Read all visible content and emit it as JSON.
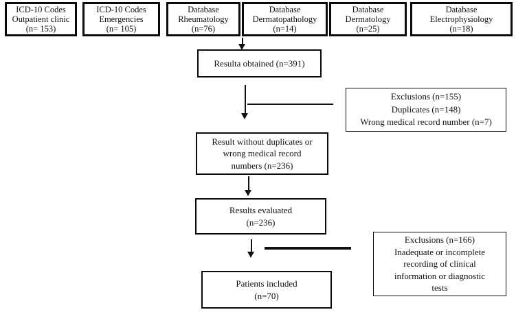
{
  "diagram": {
    "sources": [
      {
        "text": "ICD-10 Codes\nOutpatient clinic\n(n= 153)"
      },
      {
        "text": "ICD-10 Codes\nEmergencies\n(n= 105)"
      },
      {
        "text": "Database\nRheumatology\n(n=76)"
      },
      {
        "text": "Database\nDermatopathology\n(n=14)"
      },
      {
        "text": "Database\nDermatology\n(n=25)"
      },
      {
        "text": "Database\nElectrophysiology\n(n=18)"
      }
    ],
    "nodes": {
      "results_obtained": "Resulta obtained (n=391)",
      "exclusions_first": "Exclusions (n=155)\nDuplicates (n=148)\nWrong medical record number (n=7)",
      "without_duplicates": "Result without duplicates or\nwrong medical record\nnumbers (n=236)",
      "results_evaluated": "Results evaluated\n(n=236)",
      "exclusions_second": "Exclusions (n=166)\nInadequate or incomplete\nrecording of clinical\ninformation or diagnostic\ntests",
      "patients_included": "Patients included\n(n=70)"
    },
    "colors": {
      "line": "#111111",
      "border": "#0a0a0a",
      "background": "#ffffff"
    }
  }
}
